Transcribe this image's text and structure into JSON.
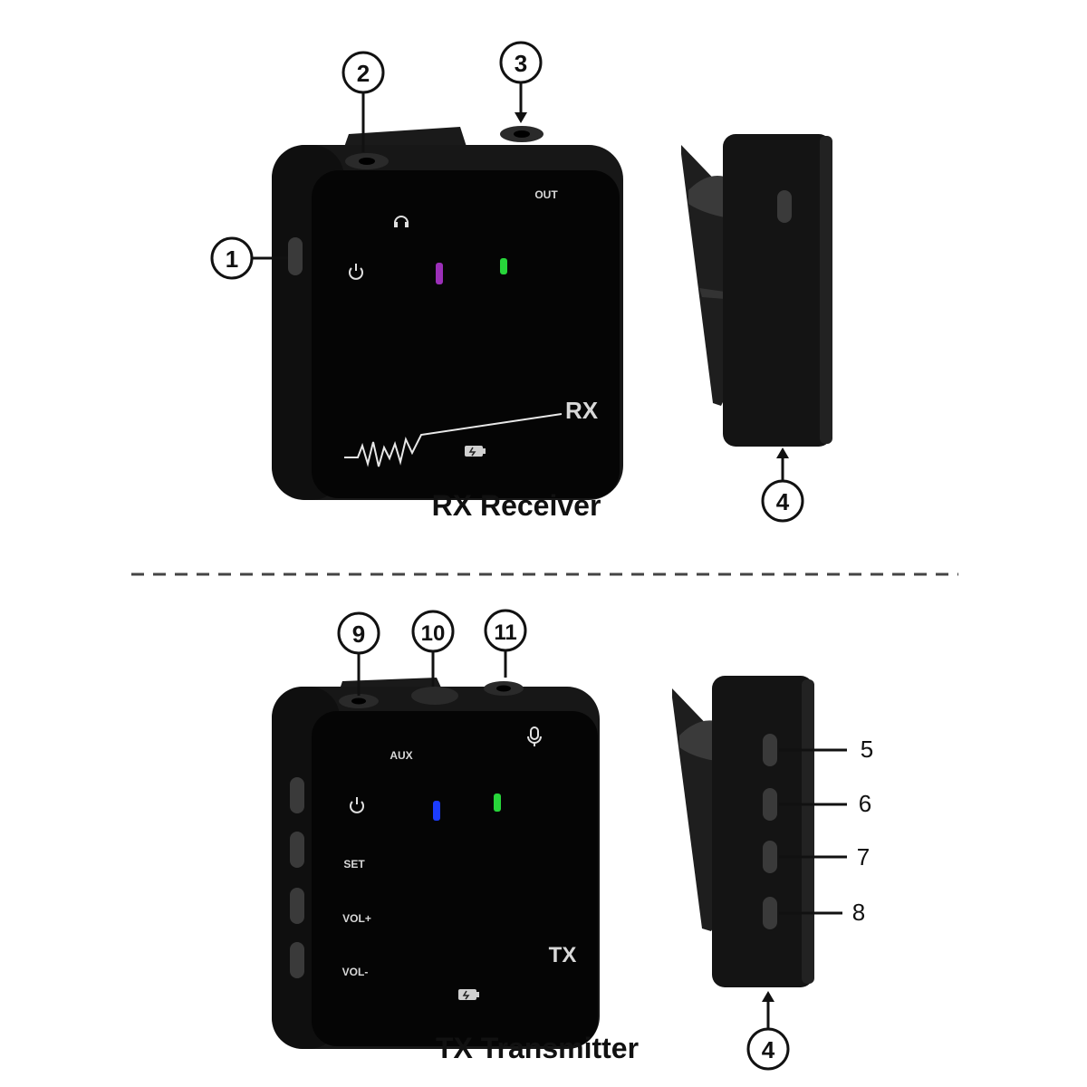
{
  "rx": {
    "caption": "RX Receiver",
    "brand_label": "RX",
    "out_label": "OUT",
    "callouts": [
      "1",
      "2",
      "3",
      "4"
    ],
    "led_colors": {
      "left": "#9b2fb8",
      "right": "#27d63a"
    }
  },
  "tx": {
    "caption": "TX Transmitter",
    "brand_label": "TX",
    "aux_label": "AUX",
    "set_label": "SET",
    "volup_label": "VOL+",
    "voldown_label": "VOL-",
    "callouts": [
      "9",
      "10",
      "11",
      "4"
    ],
    "side_numbers": [
      "5",
      "6",
      "7",
      "8"
    ],
    "led_colors": {
      "left": "#1b3cff",
      "right": "#27d63a"
    }
  },
  "colors": {
    "device_body": "#121212",
    "device_face": "#050505",
    "separator": "#444444"
  },
  "icons": [
    "headphone-icon",
    "power-icon",
    "battery-icon",
    "microphone-icon",
    "waveform-icon"
  ]
}
